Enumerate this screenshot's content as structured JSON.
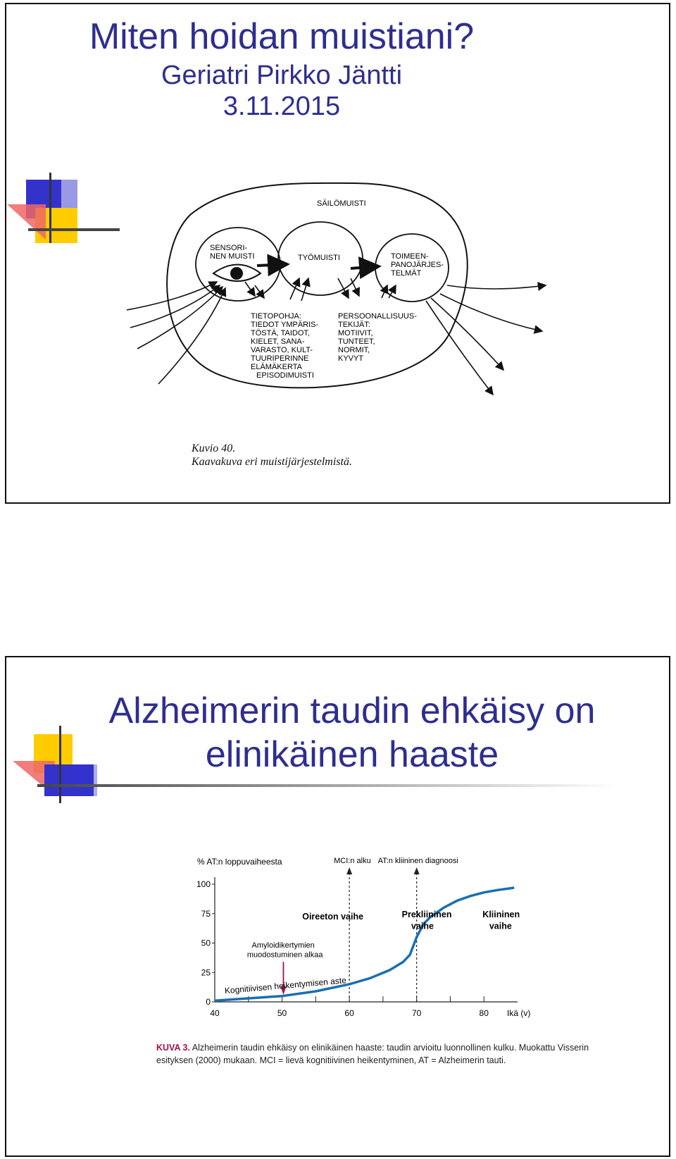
{
  "slide1": {
    "title": "Miten hoidan muistiani?",
    "subtitle": "Geriatri Pirkko Jäntti",
    "date": "3.11.2015",
    "diagram": {
      "outer_label": "SÄILÖMUISTI",
      "sensory_l1": "SENSORI-",
      "sensory_l2": "NEN MUISTI",
      "working": "TYÖMUISTI",
      "exec_l1": "TOIMEEN-",
      "exec_l2": "PANOJÄRJES-",
      "exec_l3": "TELMÄT",
      "knowledge": [
        "TIETOPOHJA:",
        "TIEDOT YMPÄRIS-",
        "TÖSTÄ, TAIDOT,",
        "KIELET, SANA-",
        "VARASTO, KULT-",
        "TUURIPERINNE",
        "ELÄMÄKERTA",
        "EPISODIMUISTI"
      ],
      "personality": [
        "PERSOONALLISUUS-",
        "TEKIJÄT:",
        "MOTIIVIT,",
        "TUNTEET,",
        "NORMIT,",
        "KYVYT"
      ]
    },
    "caption_l1": "Kuvio 40.",
    "caption_l2": "Kaavakuva eri muistijärjestelmistä."
  },
  "slide2": {
    "title_l1": "Alzheimerin taudin ehkäisy on",
    "title_l2": "elinikäinen haaste",
    "kuva_label": "KUVA 3.",
    "kuva_text": "Alzheimerin taudin ehkäisy on elinikäinen haaste: taudin arvioitu luonnollinen kulku. Muokattu Visserin esityksen (2000) mukaan. MCI = lievä kognitiivinen heikentyminen, AT = Alzheimerin tauti."
  },
  "chart_data": {
    "type": "line",
    "ylabel": "% AT:n loppuvaiheesta",
    "xlabel": "Ikä (v)",
    "xlim": [
      40,
      85
    ],
    "ylim": [
      0,
      100
    ],
    "xticks": [
      40,
      50,
      60,
      70,
      80
    ],
    "yticks": [
      0,
      25,
      50,
      75,
      100
    ],
    "series": [
      {
        "x": [
          40,
          45,
          50,
          55,
          60,
          63,
          66,
          68,
          69,
          70,
          71,
          72,
          74,
          76,
          78,
          80,
          82,
          84.5
        ],
        "values": [
          1,
          3,
          5,
          9,
          15,
          20,
          27,
          34,
          40,
          55,
          66,
          72,
          80,
          86,
          90,
          93,
          95,
          97
        ]
      }
    ],
    "vlines": [
      {
        "x": 60,
        "label": "MCI:n alku"
      },
      {
        "x": 70,
        "label": "AT:n kliininen diagnoosi"
      }
    ],
    "annotations": {
      "phase1": "Oireeton vaihe",
      "phase2_l1": "Prekliininen",
      "phase2_l2": "vaihe",
      "phase3_l1": "Kliininen",
      "phase3_l2": "vaihe",
      "amyloid_l1": "Amyloidikertymien",
      "amyloid_l2": "muodostuminen alkaa",
      "cognitive": "Kognitiivisen heikentymisen aste"
    },
    "colors": {
      "curve": "#1a6fb0",
      "arrow": "#a3124e"
    }
  }
}
